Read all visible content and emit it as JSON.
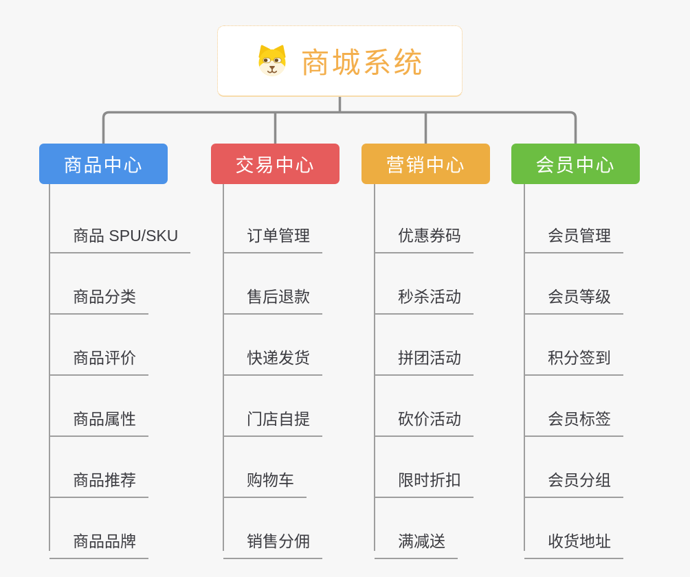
{
  "canvas": {
    "background_color": "#f7f7f7",
    "connector_color": "#8c8c8c",
    "leaf_line_color": "#9e9e9e"
  },
  "root": {
    "title": "商城系统",
    "icon": "dog-face-icon",
    "text_color": "#f3af4d",
    "border_color": "#f2c784",
    "background_color": "#ffffff"
  },
  "branches": [
    {
      "label": "商品中心",
      "color": "#4b92e8",
      "items": [
        "商品 SPU/SKU",
        "商品分类",
        "商品评价",
        "商品属性",
        "商品推荐",
        "商品品牌"
      ]
    },
    {
      "label": "交易中心",
      "color": "#e65c5c",
      "items": [
        "订单管理",
        "售后退款",
        "快递发货",
        "门店自提",
        "购物车",
        "销售分佣"
      ]
    },
    {
      "label": "营销中心",
      "color": "#edad41",
      "items": [
        "优惠券码",
        "秒杀活动",
        "拼团活动",
        "砍价活动",
        "限时折扣",
        "满减送"
      ]
    },
    {
      "label": "会员中心",
      "color": "#6cbe42",
      "items": [
        "会员管理",
        "会员等级",
        "积分签到",
        "会员标签",
        "会员分组",
        "收货地址"
      ]
    }
  ]
}
